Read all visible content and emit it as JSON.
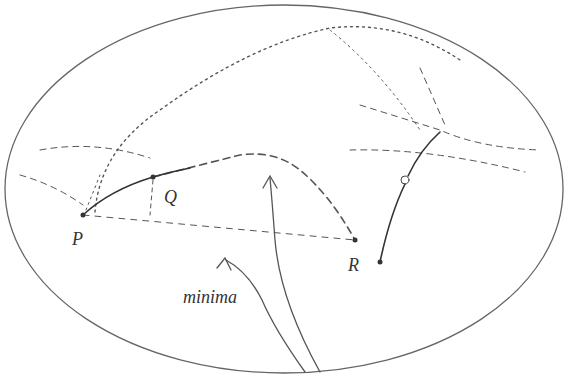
{
  "diagram": {
    "labels": [
      "P",
      "Q",
      "R",
      "minima"
    ]
  }
}
